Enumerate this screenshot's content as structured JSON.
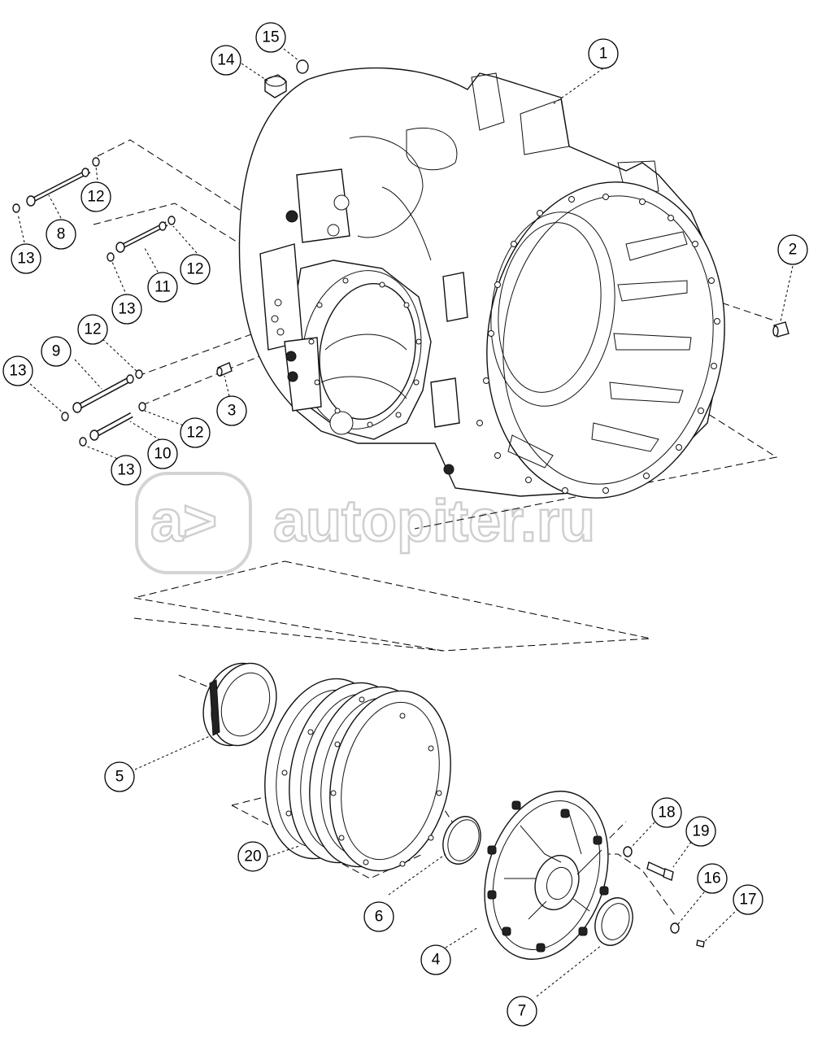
{
  "watermark": {
    "text": "autopiter.ru",
    "logo_glyph": "a>"
  },
  "callouts": [
    {
      "id": "c1",
      "label": "1"
    },
    {
      "id": "c2",
      "label": "2"
    },
    {
      "id": "c3",
      "label": "3"
    },
    {
      "id": "c4",
      "label": "4"
    },
    {
      "id": "c5",
      "label": "5"
    },
    {
      "id": "c6",
      "label": "6"
    },
    {
      "id": "c7",
      "label": "7"
    },
    {
      "id": "c8",
      "label": "8"
    },
    {
      "id": "c9",
      "label": "9"
    },
    {
      "id": "c10",
      "label": "10"
    },
    {
      "id": "c11",
      "label": "11"
    },
    {
      "id": "c12a",
      "label": "12"
    },
    {
      "id": "c12b",
      "label": "12"
    },
    {
      "id": "c12c",
      "label": "12"
    },
    {
      "id": "c12d",
      "label": "12"
    },
    {
      "id": "c13a",
      "label": "13"
    },
    {
      "id": "c13b",
      "label": "13"
    },
    {
      "id": "c13c",
      "label": "13"
    },
    {
      "id": "c13d",
      "label": "13"
    },
    {
      "id": "c14",
      "label": "14"
    },
    {
      "id": "c15",
      "label": "15"
    },
    {
      "id": "c16",
      "label": "16"
    },
    {
      "id": "c17",
      "label": "17"
    },
    {
      "id": "c18",
      "label": "18"
    },
    {
      "id": "c19",
      "label": "19"
    },
    {
      "id": "c20",
      "label": "20"
    }
  ]
}
